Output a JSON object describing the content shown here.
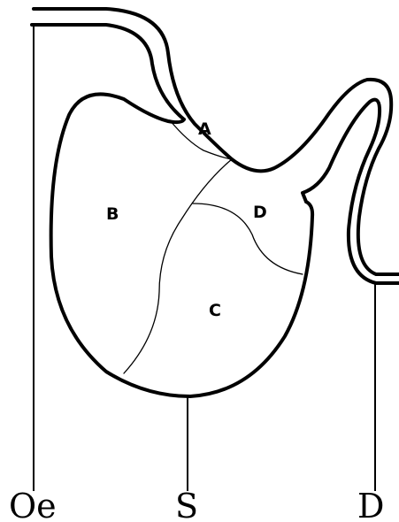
{
  "regions": {
    "a": "A",
    "b": "B",
    "c": "C",
    "d": "D"
  },
  "pointers": {
    "oesophagus": "Oe",
    "stomach": "S",
    "duodenum": "D"
  }
}
